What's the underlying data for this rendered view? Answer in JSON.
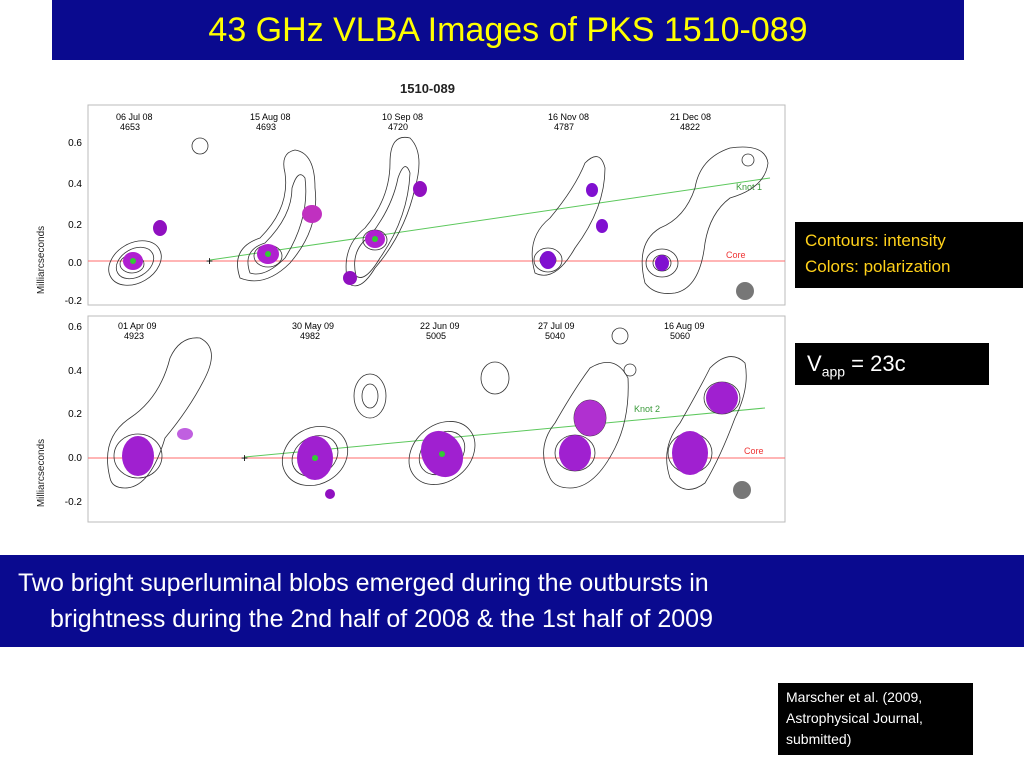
{
  "title": "43 GHz VLBA Images of PKS 1510-089",
  "figure": {
    "source_label": "1510-089",
    "ylabel": "Milliarcseconds",
    "top_panel": {
      "yticks": [
        "0.6",
        "0.4",
        "0.2",
        "0.0",
        "-0.2"
      ],
      "epochs": [
        {
          "date": "06 Jul 08",
          "day": "4653"
        },
        {
          "date": "15 Aug 08",
          "day": "4693"
        },
        {
          "date": "10 Sep 08",
          "day": "4720"
        },
        {
          "date": "16 Nov 08",
          "day": "4787"
        },
        {
          "date": "21 Dec 08",
          "day": "4822"
        }
      ],
      "knot_label": "Knot 1",
      "core_label": "Core"
    },
    "bottom_panel": {
      "yticks": [
        "0.6",
        "0.4",
        "0.2",
        "0.0",
        "-0.2"
      ],
      "epochs": [
        {
          "date": "01 Apr 09",
          "day": "4923"
        },
        {
          "date": "30 May 09",
          "day": "4982"
        },
        {
          "date": "22 Jun 09",
          "day": "5005"
        },
        {
          "date": "27 Jul 09",
          "day": "5040"
        },
        {
          "date": "16 Aug 09",
          "day": "5060"
        }
      ],
      "knot_label": "Knot 2",
      "core_label": "Core"
    }
  },
  "legend": {
    "line1": "Contours: intensity",
    "line2": "Colors: polarization"
  },
  "vapp": {
    "v": "V",
    "sub": "app",
    "rest": " = 23c"
  },
  "caption": {
    "line1": "Two bright superluminal blobs emerged during the outbursts in",
    "line2": "brightness during the 2nd half of 2008 & the 1st half of 2009"
  },
  "reference": {
    "line1": "Marscher et al. (2009,",
    "line2": "Astrophysical Journal,",
    "line3": "submitted)"
  },
  "colors": {
    "title_bg": "#0a0a8f",
    "title_text": "#ffff00",
    "legend_text": "#ffd11a"
  }
}
